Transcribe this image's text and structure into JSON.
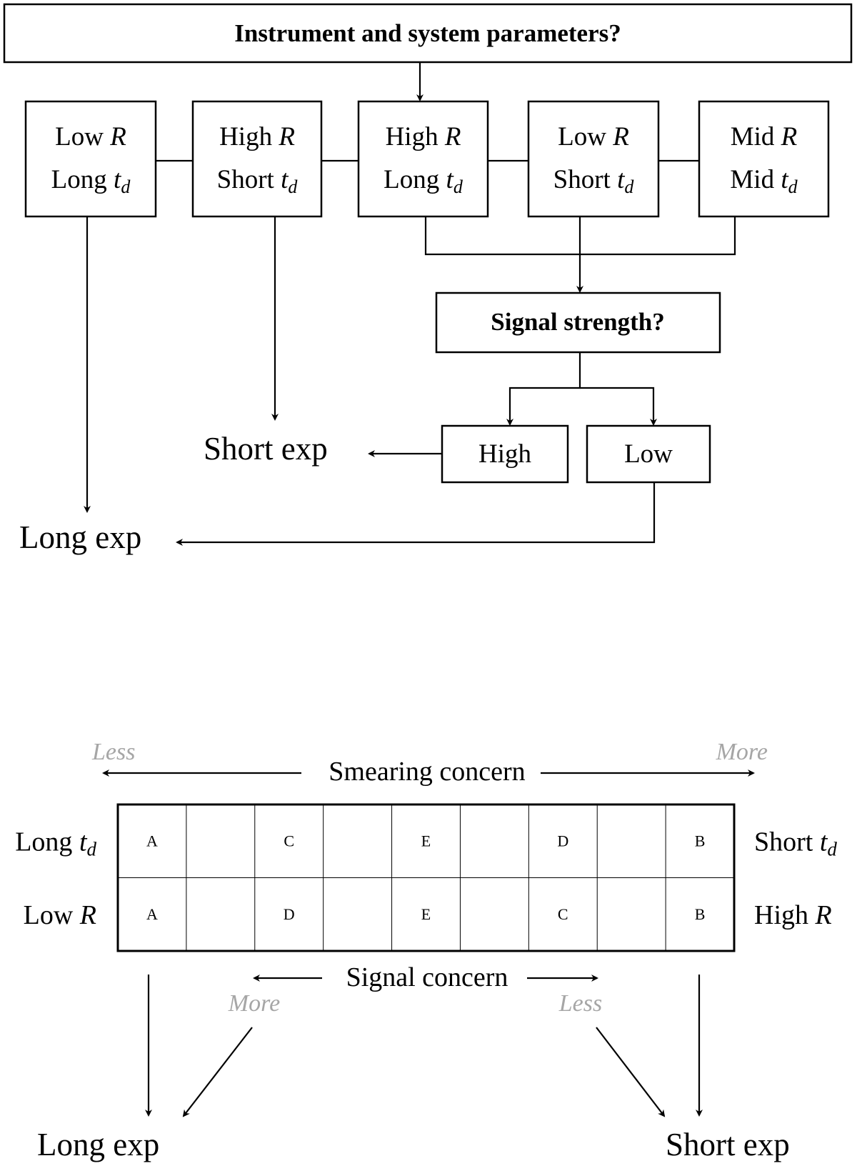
{
  "colors": {
    "long_exp": "#ee2211",
    "short_exp": "#1aa3f0",
    "hint_gray": "#a6a6a6"
  },
  "flowchart": {
    "root": "Instrument and system parameters?",
    "cases": [
      {
        "line1_word": "Low",
        "line1_var": "R",
        "line2_word": "Long",
        "line2_var": "t",
        "line2_sub": "d"
      },
      {
        "line1_word": "High",
        "line1_var": "R",
        "line2_word": "Short",
        "line2_var": "t",
        "line2_sub": "d"
      },
      {
        "line1_word": "High",
        "line1_var": "R",
        "line2_word": "Long",
        "line2_var": "t",
        "line2_sub": "d"
      },
      {
        "line1_word": "Low",
        "line1_var": "R",
        "line2_word": "Short",
        "line2_var": "t",
        "line2_sub": "d"
      },
      {
        "line1_word": "Mid",
        "line1_var": "R",
        "line2_word": "Mid",
        "line2_var": "t",
        "line2_sub": "d"
      }
    ],
    "signal_question": "Signal strength?",
    "signal_high": "High",
    "signal_low": "Low",
    "short_exp": "Short exp",
    "long_exp": "Long exp"
  },
  "scale": {
    "smearing": {
      "label": "Smearing concern",
      "left": "Less",
      "right": "More"
    },
    "signal": {
      "label": "Signal concern",
      "left": "More",
      "right": "Less"
    },
    "rows": [
      {
        "left_word": "Long",
        "left_var": "t",
        "left_sub": "d",
        "right_word": "Short",
        "right_var": "t",
        "right_sub": "d",
        "cells": [
          "A",
          "",
          "C",
          "",
          "E",
          "",
          "D",
          "",
          "B"
        ]
      },
      {
        "left_word": "Low",
        "left_var": "R",
        "left_sub": "",
        "right_word": "High",
        "right_var": "R",
        "right_sub": "",
        "cells": [
          "A",
          "",
          "D",
          "",
          "E",
          "",
          "C",
          "",
          "B"
        ]
      }
    ],
    "long_exp": "Long exp",
    "short_exp": "Short exp"
  }
}
